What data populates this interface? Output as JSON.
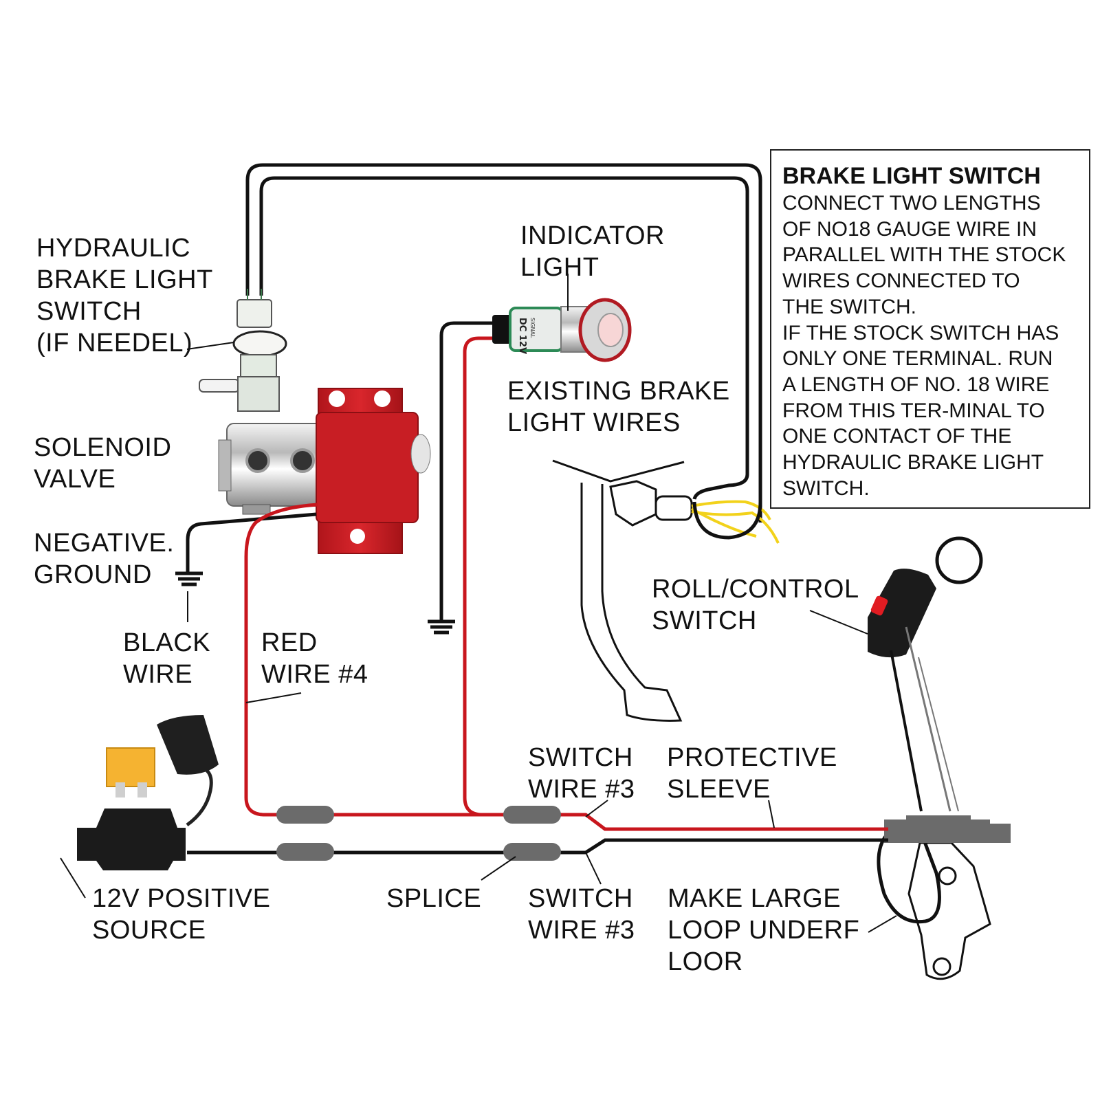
{
  "labels": {
    "hydraulic_switch": [
      "HYDRAULIC",
      "BRAKE LIGHT",
      "SWITCH",
      "(IF NEEDEL)"
    ],
    "indicator_light": [
      "INDICATOR",
      "LIGHT"
    ],
    "existing_wires": [
      "EXISTING BRAKE",
      "LIGHT WIRES"
    ],
    "solenoid_valve": [
      "SOLENOID",
      "VALVE"
    ],
    "negative_ground": [
      "NEGATIVE.",
      "GROUND"
    ],
    "black_wire": [
      "BLACK",
      "WIRE"
    ],
    "red_wire": [
      "RED",
      "WIRE #4"
    ],
    "roll_control_switch": [
      "ROLL/CONTROL",
      "SWITCH"
    ],
    "switch_wire_top": [
      "SWITCH",
      "WIRE #3"
    ],
    "protective_sleeve": [
      "PROTECTIVE",
      "SLEEVE"
    ],
    "positive_source": [
      "12V POSITIVE",
      "SOURCE"
    ],
    "splice": [
      "SPLICE"
    ],
    "switch_wire_bottom": [
      "SWITCH",
      "WIRE #3"
    ],
    "large_loop": [
      "MAKE LARGE",
      "LOOP UNDERF",
      "LOOR"
    ]
  },
  "indicator_print": [
    "DC 12V",
    "SIGNAL"
  ],
  "note": {
    "title": "BRAKE LIGHT SWITCH",
    "lines": [
      "CONNECT TWO LENGTHS",
      "OF NO18 GAUGE WIRE IN",
      "PARALLEL WITH THE STOCK",
      "WIRES CONNECTED TO",
      "THE SWITCH.",
      "IF THE STOCK SWITCH HAS",
      "ONLY ONE TERMINAL. RUN",
      "A LENGTH OF NO. 18 WIRE",
      "FROM THIS TER-MINAL TO",
      "ONE CONTACT OF THE",
      "HYDRAULIC BRAKE LIGHT",
      "SWITCH."
    ]
  },
  "colors": {
    "red_wire": "#c8161d",
    "black_wire": "#111111",
    "solenoid_body": "#c81e24",
    "splice_sleeve": "#6b6b6b",
    "fuse": "#f5b331",
    "brake_wires": "#f2d21b"
  }
}
